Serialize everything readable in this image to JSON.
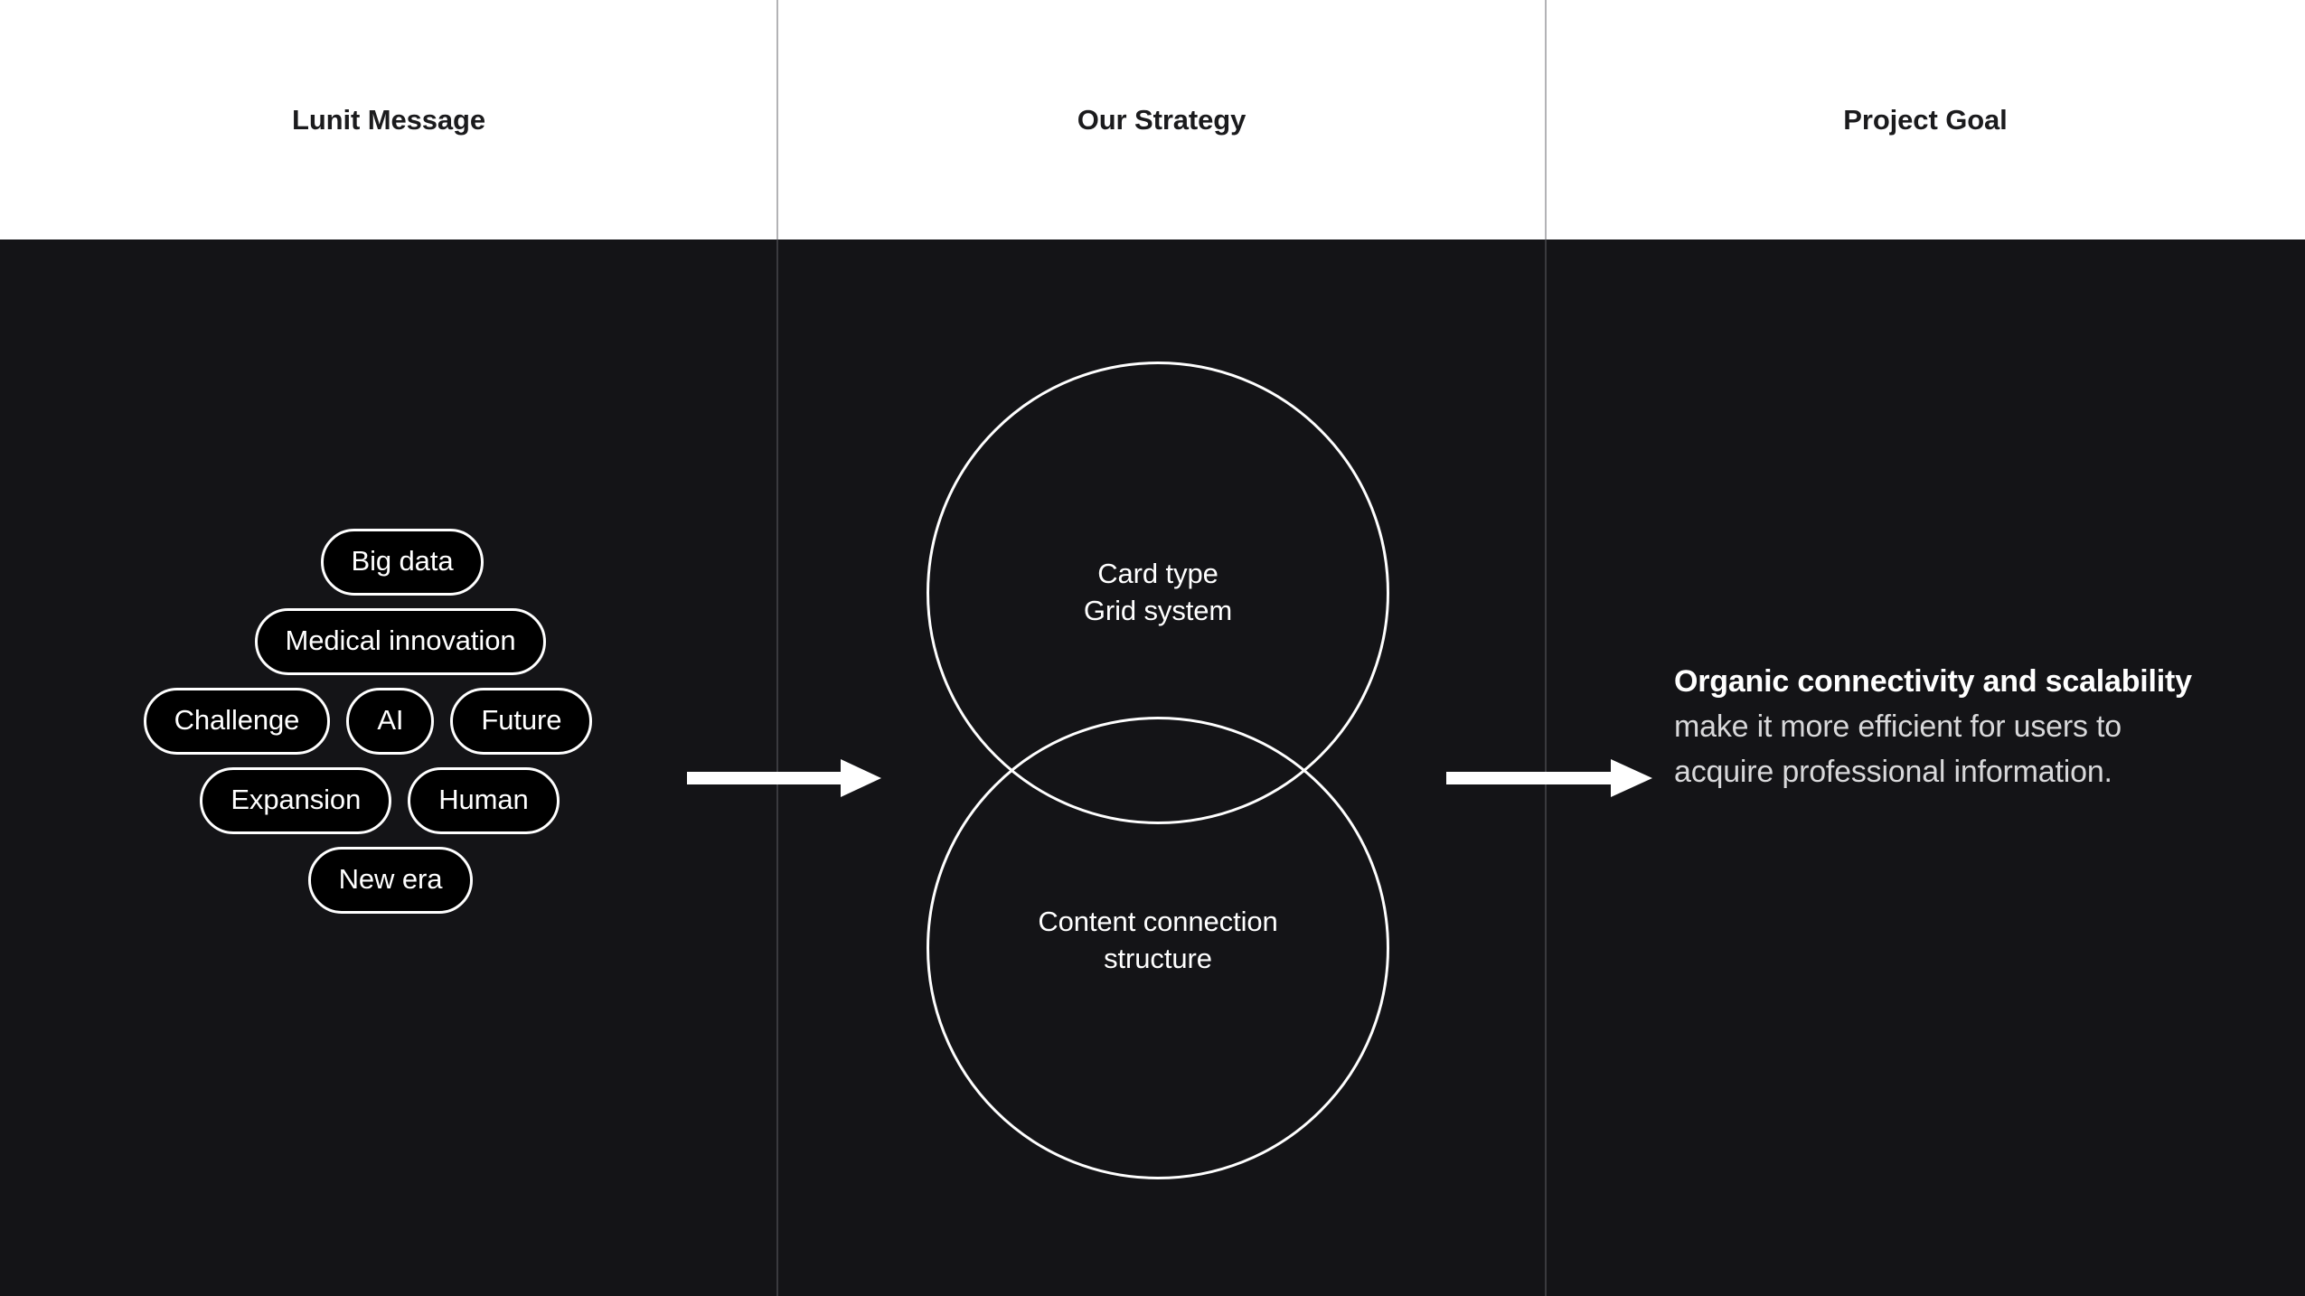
{
  "page": {
    "background_dark": "#141417",
    "background_light": "#ffffff",
    "accent": "#ffffff",
    "divider_light": "#b3b3b6",
    "divider_dark": "#3a3a3e"
  },
  "header": {
    "columns": [
      {
        "title": "Lunit Message"
      },
      {
        "title": "Our Strategy"
      },
      {
        "title": "Project Goal"
      }
    ]
  },
  "lunit_message": {
    "pill_rows": [
      {
        "pills": [
          {
            "label": "Big data"
          }
        ]
      },
      {
        "pills": [
          {
            "label": "Medical innovation"
          }
        ]
      },
      {
        "pills": [
          {
            "label": "Challenge"
          },
          {
            "label": "AI"
          },
          {
            "label": "Future"
          }
        ]
      },
      {
        "pills": [
          {
            "label": "Expansion"
          },
          {
            "label": "Human"
          }
        ]
      },
      {
        "pills": [
          {
            "label": "New era"
          }
        ]
      }
    ]
  },
  "our_strategy": {
    "venn": {
      "top_circle": {
        "line1": "Card type",
        "line2": "Grid system"
      },
      "bottom_circle": {
        "line1": "Content connection",
        "line2": "structure"
      }
    }
  },
  "project_goal": {
    "emphasis": "Organic connectivity and scalability",
    "rest": " make it more efficient for users to acquire professional information."
  },
  "arrows": [
    {
      "name": "arrow-message-to-strategy",
      "direction": "right"
    },
    {
      "name": "arrow-strategy-to-goal",
      "direction": "right"
    }
  ]
}
